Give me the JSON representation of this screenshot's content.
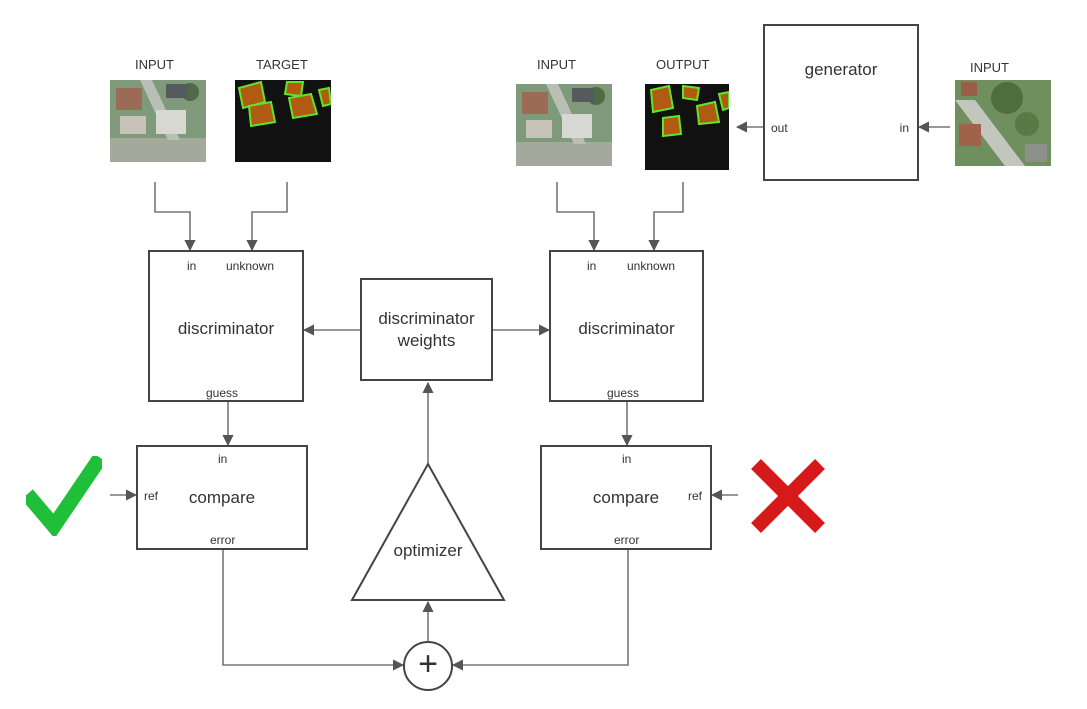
{
  "captions": {
    "input_left": "INPUT",
    "target": "TARGET",
    "input_mid": "INPUT",
    "output": "OUTPUT",
    "input_right": "INPUT"
  },
  "generator": {
    "title": "generator",
    "port_out": "out",
    "port_in": "in"
  },
  "discriminator_left": {
    "title": "discriminator",
    "port_in": "in",
    "port_unknown": "unknown",
    "port_guess": "guess"
  },
  "discriminator_right": {
    "title": "discriminator",
    "port_in": "in",
    "port_unknown": "unknown",
    "port_guess": "guess"
  },
  "weights": {
    "title_line1": "discriminator",
    "title_line2": "weights"
  },
  "compare_left": {
    "title": "compare",
    "port_in": "in",
    "port_ref": "ref",
    "port_error": "error"
  },
  "compare_right": {
    "title": "compare",
    "port_in": "in",
    "port_ref": "ref",
    "port_error": "error"
  },
  "optimizer": {
    "title": "optimizer"
  },
  "symbols": {
    "check_color": "#1fbf3a",
    "cross_color": "#d61a1a",
    "sum_symbol": "+"
  }
}
